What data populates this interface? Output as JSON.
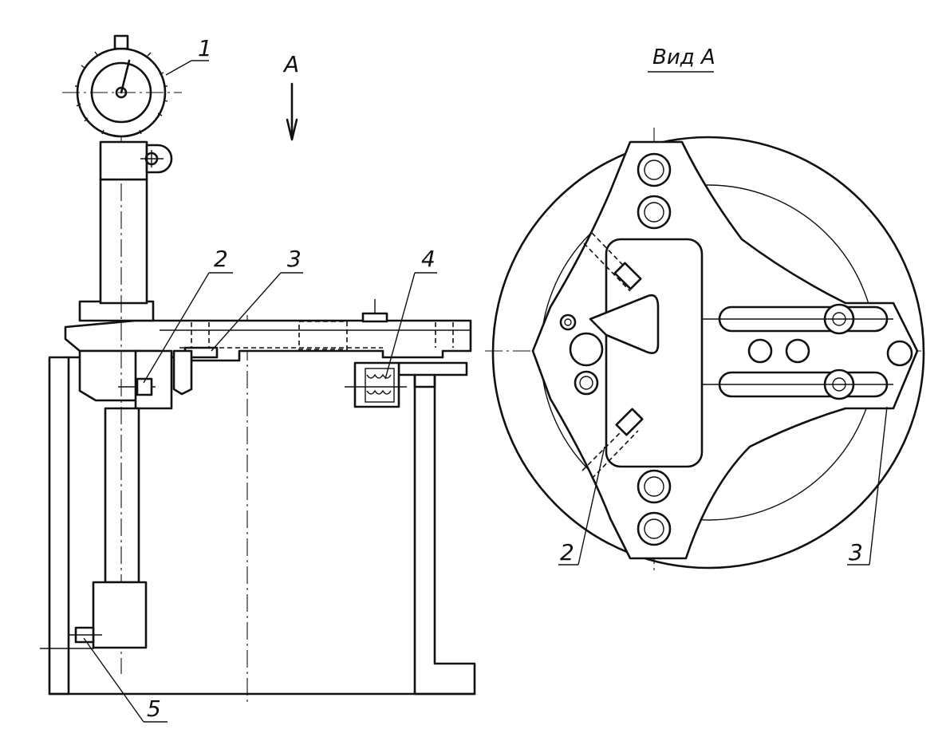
{
  "view_title": "Вид А",
  "direction_label": "А",
  "callouts": {
    "c1": "1",
    "c2": "2",
    "c3": "3",
    "c4": "4",
    "c5": "5",
    "v2": "2",
    "v3": "3"
  }
}
